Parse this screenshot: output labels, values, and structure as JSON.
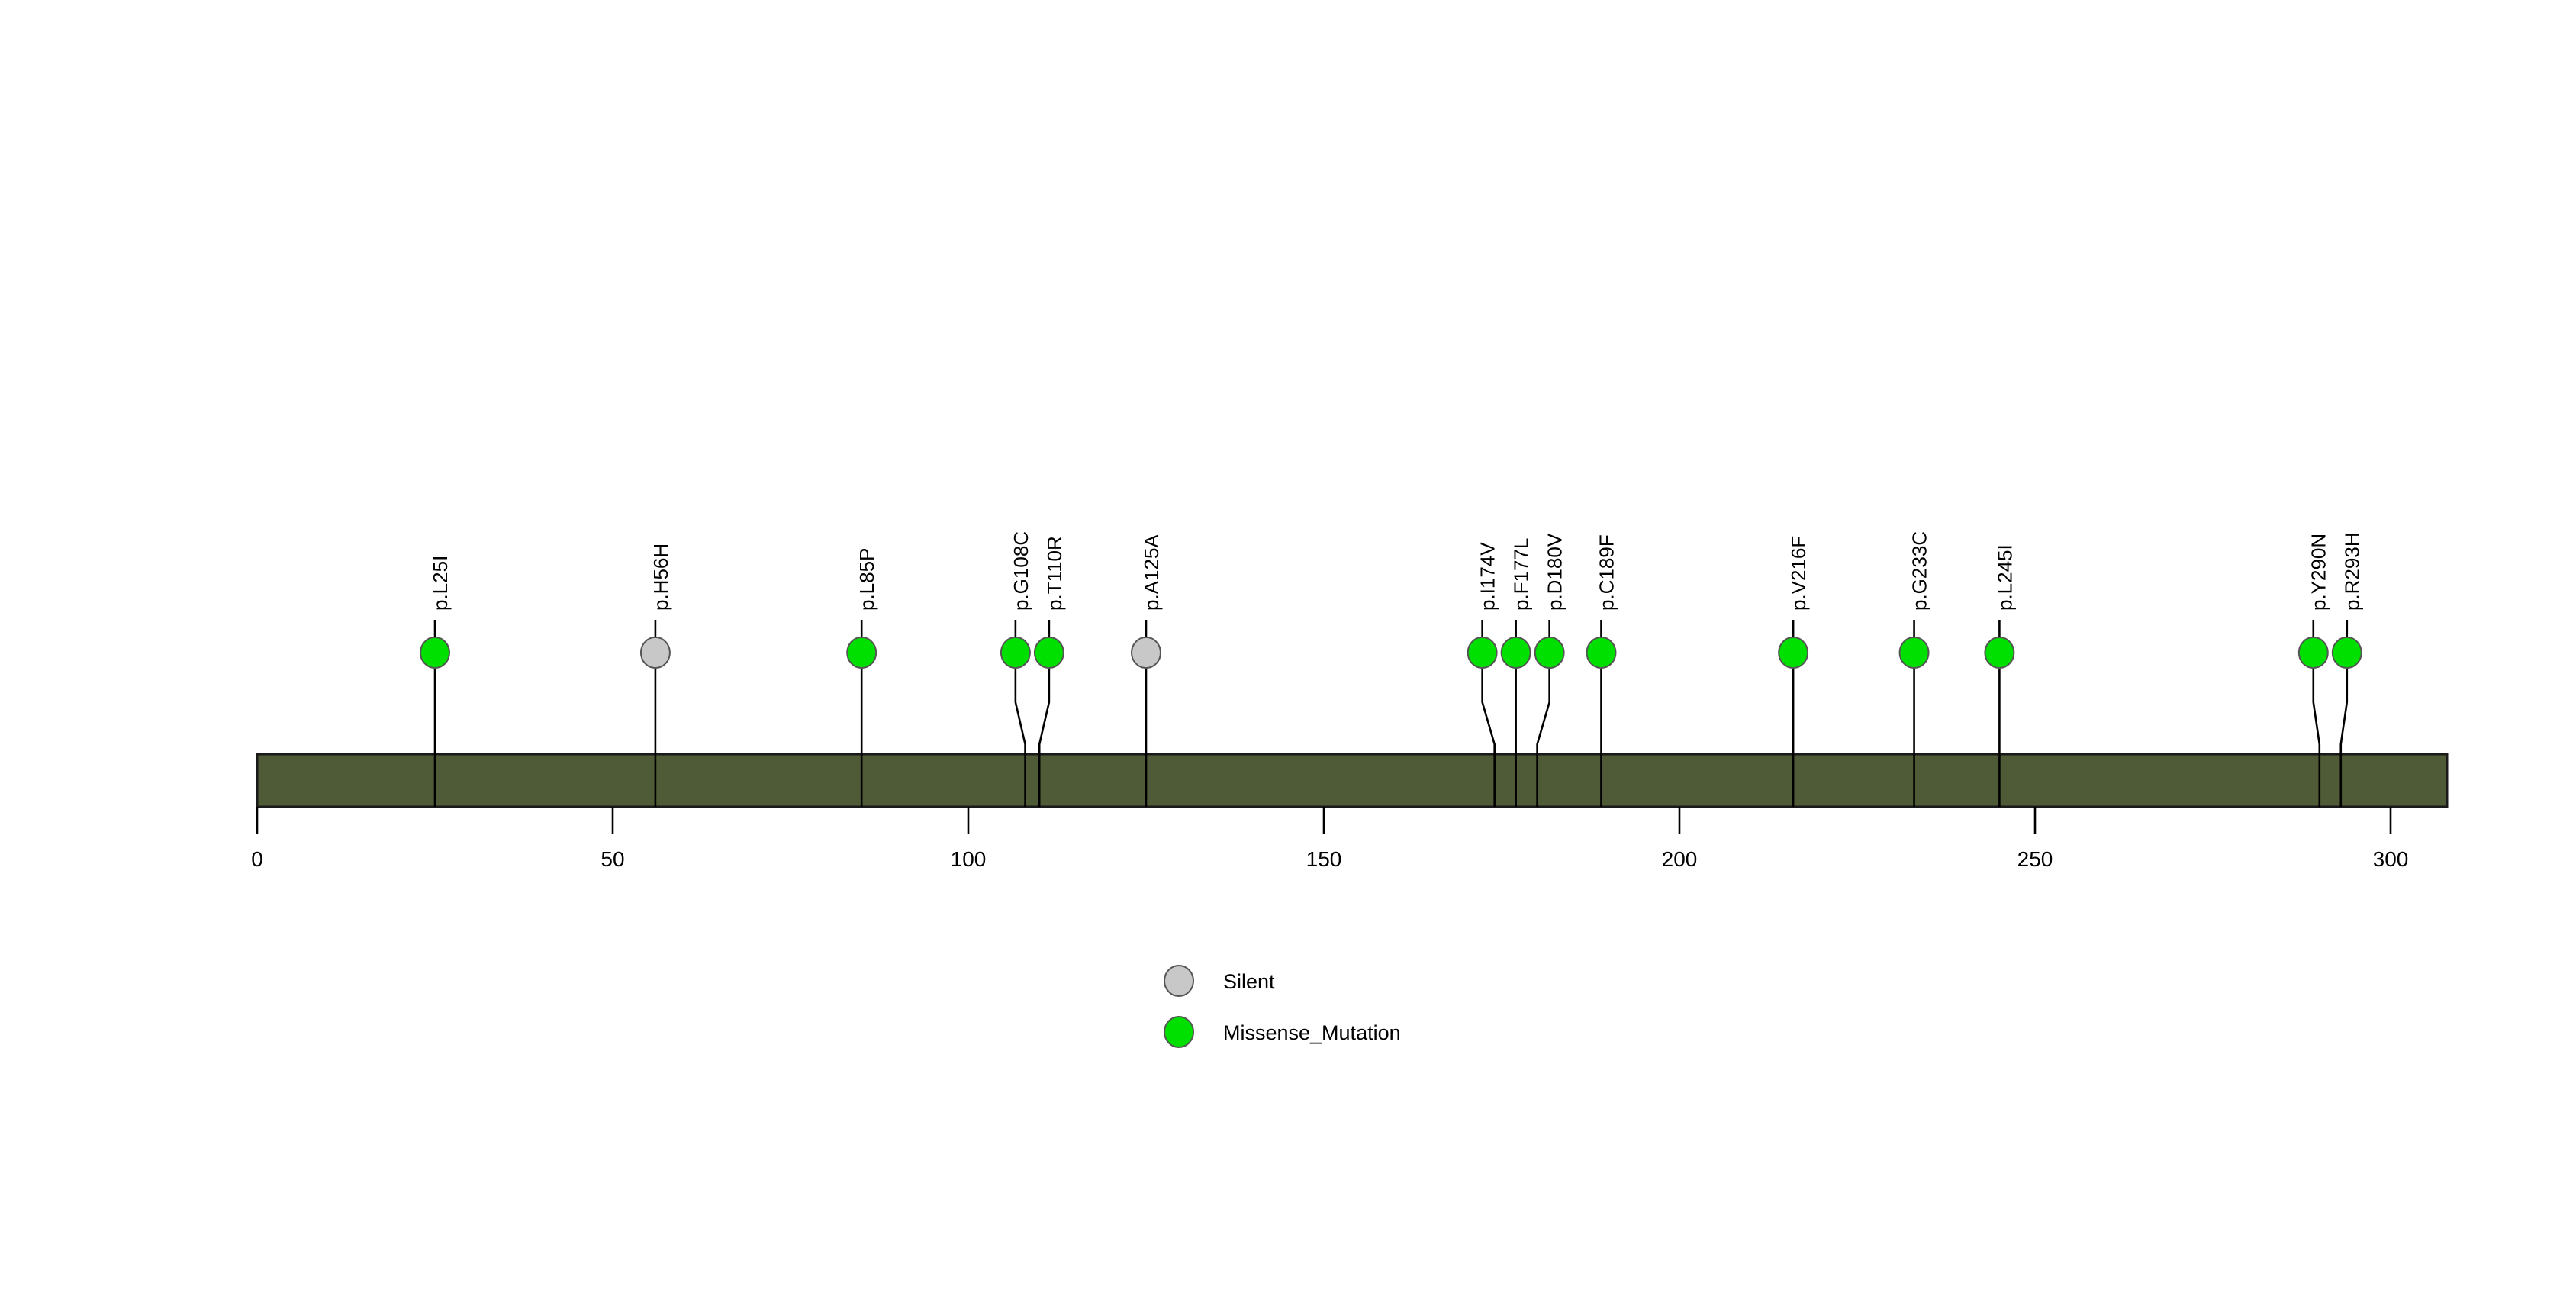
{
  "chart_data": {
    "type": "lollipop",
    "title": "",
    "xlabel": "",
    "ylabel": "",
    "protein_length": 308,
    "axis": {
      "min": 0,
      "max": 308,
      "ticks": [
        0,
        50,
        100,
        150,
        200,
        250,
        300
      ],
      "tick_labels": [
        "0",
        "50",
        "100",
        "150",
        "200",
        "250",
        "300"
      ],
      "grid": false
    },
    "domain_track": {
      "name": "protein-backbone",
      "color": "#4F5A36",
      "border_color": "#1a1a1a",
      "start": 0,
      "end": 308
    },
    "categories": [
      "Silent",
      "Missense_Mutation"
    ],
    "category_colors": {
      "Silent": "#C8C8C8",
      "Missense_Mutation": "#00E000"
    },
    "mutations": [
      {
        "label": "p.L25I",
        "position": 25,
        "type": "Missense_Mutation",
        "count": 1
      },
      {
        "label": "p.H56H",
        "position": 56,
        "type": "Silent",
        "count": 1
      },
      {
        "label": "p.L85P",
        "position": 85,
        "type": "Missense_Mutation",
        "count": 1
      },
      {
        "label": "p.G108C",
        "position": 108,
        "type": "Missense_Mutation",
        "count": 1
      },
      {
        "label": "p.T110R",
        "position": 110,
        "type": "Missense_Mutation",
        "count": 1
      },
      {
        "label": "p.A125A",
        "position": 125,
        "type": "Silent",
        "count": 1
      },
      {
        "label": "p.I174V",
        "position": 174,
        "type": "Missense_Mutation",
        "count": 1
      },
      {
        "label": "p.F177L",
        "position": 177,
        "type": "Missense_Mutation",
        "count": 1
      },
      {
        "label": "p.D180V",
        "position": 180,
        "type": "Missense_Mutation",
        "count": 1
      },
      {
        "label": "p.C189F",
        "position": 189,
        "type": "Missense_Mutation",
        "count": 1
      },
      {
        "label": "p.V216F",
        "position": 216,
        "type": "Missense_Mutation",
        "count": 1
      },
      {
        "label": "p.G233C",
        "position": 233,
        "type": "Missense_Mutation",
        "count": 1
      },
      {
        "label": "p.L245I",
        "position": 245,
        "type": "Missense_Mutation",
        "count": 1
      },
      {
        "label": "p.Y290N",
        "position": 290,
        "type": "Missense_Mutation",
        "count": 1
      },
      {
        "label": "p.R293H",
        "position": 293,
        "type": "Missense_Mutation",
        "count": 1
      }
    ],
    "legend": {
      "position": "bottom-center",
      "entries": [
        {
          "label": "Silent",
          "color": "#C8C8C8"
        },
        {
          "label": "Missense_Mutation",
          "color": "#00E000"
        }
      ]
    }
  }
}
